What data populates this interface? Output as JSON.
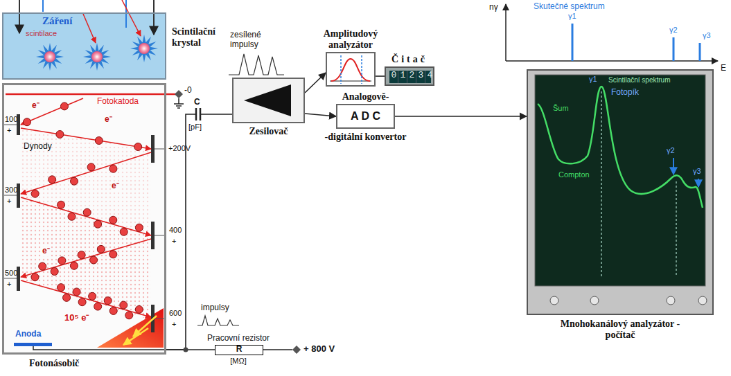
{
  "diagram": {
    "nodes": [
      {
        "text": [
          "Záření",
          "scintilace",
          "Scintilační krystal"
        ]
      },
      {
        "text": [
          "Fotonásobič"
        ]
      },
      {
        "text": [
          "Zesilovač"
        ]
      },
      {
        "text": [
          "Amplitudový analyzátor"
        ]
      },
      {
        "text": [
          "Čitač",
          "01234"
        ]
      },
      {
        "text": [
          "Analogově-",
          "A D C",
          "-digitální konvertor"
        ]
      },
      {
        "text": [
          "Mnohokanálový analyzátor - počítač"
        ]
      },
      {
        "text": [
          "Pracovní rezistor",
          "R",
          "[MΩ]"
        ]
      }
    ],
    "edges": [
      {
        "from": 1,
        "to": 2,
        "arrow": "none"
      },
      {
        "from": 1,
        "to": 7,
        "arrow": "none"
      },
      {
        "from": 2,
        "to": 3,
        "arrow": "to"
      },
      {
        "from": 2,
        "to": 5,
        "arrow": "to"
      },
      {
        "from": 3,
        "to": 4,
        "arrow": "none"
      },
      {
        "from": 5,
        "to": 6,
        "arrow": "to"
      }
    ],
    "labels": [
      "100",
      "+",
      "+200V",
      "300",
      "+",
      "400",
      "+",
      "500",
      "+",
      "600",
      "+",
      "Fotokatoda",
      "Dynody",
      "e⁻",
      "e⁻",
      "e⁻",
      "e⁻",
      "10⁵ e⁻",
      "Anoda",
      "-0",
      "C",
      "[pF]",
      "impulsy",
      "+ 800 V",
      "zesílené impulsy",
      "Skutečné spektrum",
      "nγ",
      "γ1",
      "γ2",
      "γ3",
      "E",
      "γ1",
      "Scintilační spektrum",
      "Fotopík",
      "Šum",
      "Compton",
      "γ2",
      "γ3"
    ]
  }
}
